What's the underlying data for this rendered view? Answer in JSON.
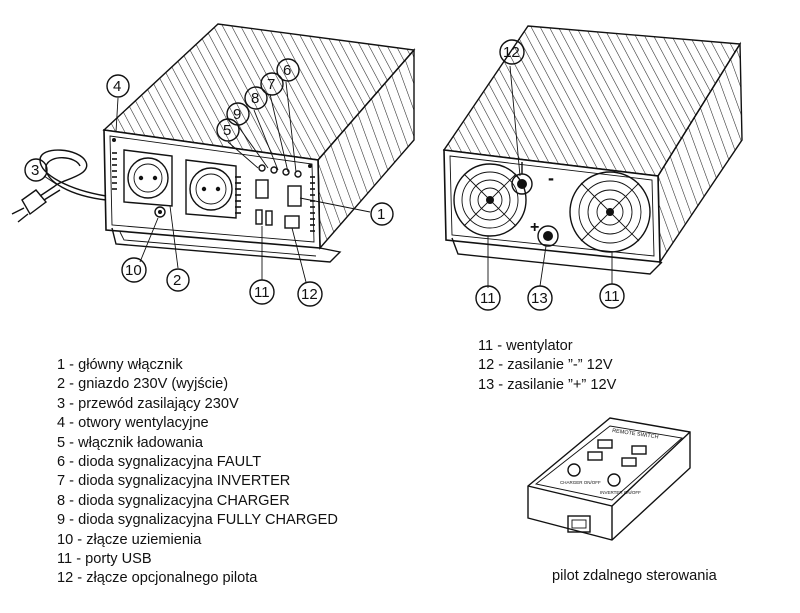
{
  "callouts": [
    "1",
    "2",
    "3",
    "4",
    "5",
    "6",
    "7",
    "8",
    "9",
    "10",
    "11",
    "12",
    "13"
  ],
  "legend_left": [
    "1 - główny włącznik",
    "2 - gniazdo 230V (wyjście)",
    "3 - przewód zasilający 230V",
    "4 - otwory wentylacyjne",
    "5 - włącznik ładowania",
    "6 - dioda sygnalizacyjna FAULT",
    "7 - dioda sygnalizacyjna INVERTER",
    "8  - dioda sygnalizacyjna CHARGER",
    "9  - dioda sygnalizacyjna FULLY CHARGED",
    "10 - złącze uziemienia",
    "11 - porty USB",
    "12 - złącze opcjonalnego pilota"
  ],
  "legend_right": [
    "11 - wentylator",
    "12 - zasilanie ”-” 12V",
    "13 - zasilanie ”+” 12V"
  ],
  "terminal_signs": [
    "-",
    "+"
  ],
  "remote": {
    "title": "REMOTE SWITCH",
    "btn_left": "CHARGER ON/OFF",
    "btn_right": "INVERTER ON/OFF"
  },
  "remote_caption": "pilot zdalnego sterowania"
}
